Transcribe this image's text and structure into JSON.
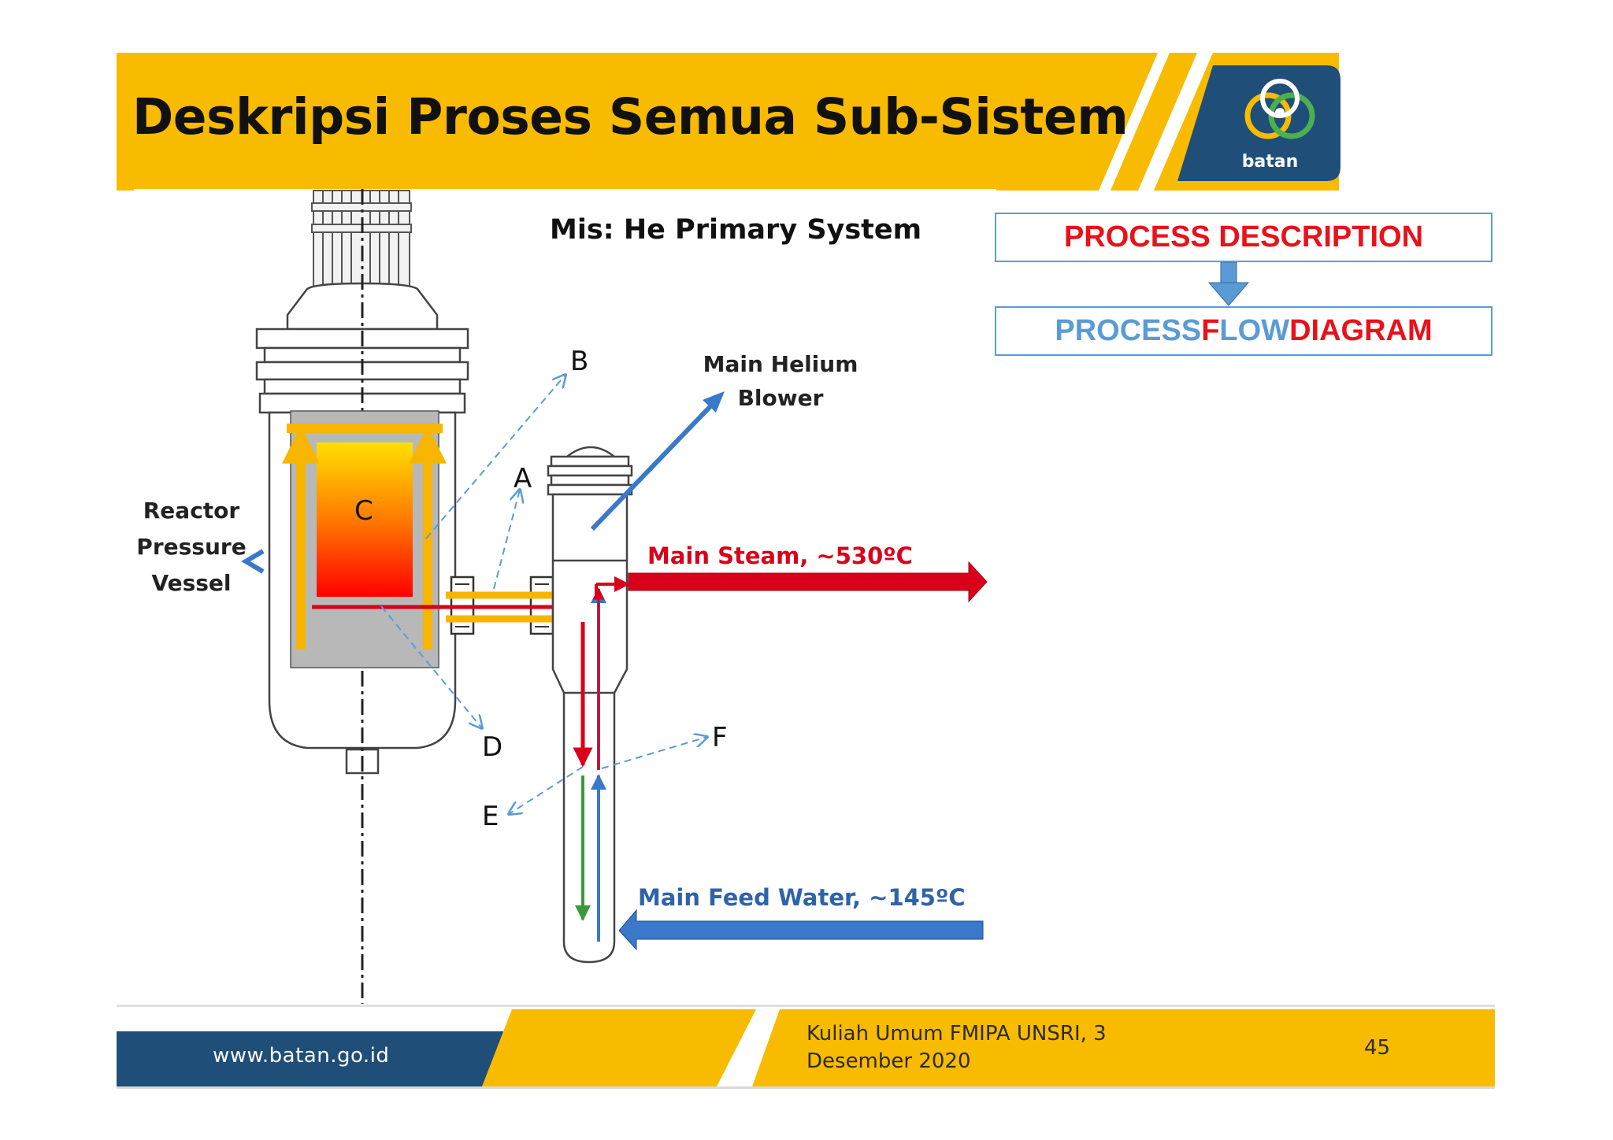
{
  "slide": {
    "title": "Deskripsi Proses Semua Sub-Sistem",
    "subtitle": "Mis: He Primary System"
  },
  "logo": {
    "text": "batan"
  },
  "process_boxes": {
    "description": "PROCESS DESCRIPTION",
    "flow_diagram": {
      "parts": [
        {
          "text": "PROCESS ",
          "color": "#5b9bd5"
        },
        {
          "text": "F",
          "color": "#e8121b"
        },
        {
          "text": "LOW ",
          "color": "#5b9bd5"
        },
        {
          "text": "D",
          "color": "#e8121b"
        },
        {
          "text": "IAGRAM",
          "color": "#e8121b"
        }
      ]
    }
  },
  "diagram": {
    "labels": {
      "reactor_line1": "Reactor",
      "reactor_line2": "Pressure",
      "reactor_line3": "Vessel",
      "blower_line1": "Main Helium",
      "blower_line2": "Blower",
      "main_steam": "Main Steam, ~530ºC",
      "feed_water": "Main Feed Water, ~145ºC",
      "point_a": "A",
      "point_b": "B",
      "point_c": "C",
      "point_d": "D",
      "point_e": "E",
      "point_f": "F"
    },
    "colors": {
      "hot_red": "#d9001b",
      "cold_blue": "#3a78c9",
      "helium_orange": "#f7b500",
      "annotation_blue": "#5b9bd5"
    }
  },
  "footer": {
    "url": "www.batan.go.id",
    "event_line1": "Kuliah Umum FMIPA UNSRI, 3",
    "event_line2": "Desember 2020",
    "page_number": "45"
  }
}
